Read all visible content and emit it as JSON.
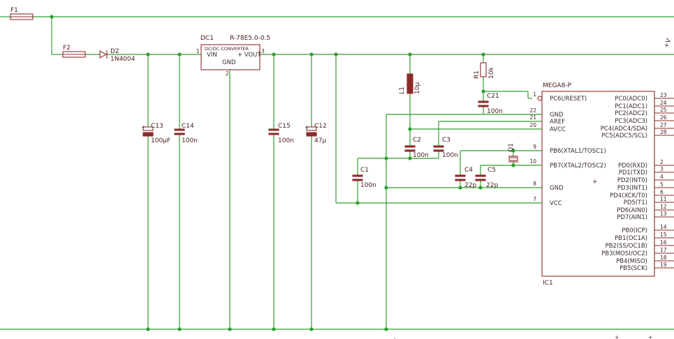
{
  "schematic": {
    "fuses": [
      "F1",
      "F2"
    ],
    "diode": {
      "name": "D2",
      "value": "1N4004"
    },
    "regulator": {
      "name": "DC1",
      "value": "R-78E5.0-0.5",
      "title": "DC/DC CONVERTER",
      "pin_vin": "VIN",
      "pin_vout": "+ VOUT",
      "pin_gnd": "GND",
      "pin1": "1",
      "pin2": "2",
      "pin3": "3"
    },
    "supply_label": "+V",
    "capacitors": [
      {
        "name": "C13",
        "value": "100µF"
      },
      {
        "name": "C14",
        "value": "100n"
      },
      {
        "name": "C15",
        "value": "100n"
      },
      {
        "name": "C12",
        "value": "47µ"
      },
      {
        "name": "C21",
        "value": "100n"
      },
      {
        "name": "C2",
        "value": "100n"
      },
      {
        "name": "C3",
        "value": "100n"
      },
      {
        "name": "C1",
        "value": "100n"
      },
      {
        "name": "C4",
        "value": "22p"
      },
      {
        "name": "C5",
        "value": "22p"
      }
    ],
    "inductor": {
      "name": "L1",
      "value": "10µ"
    },
    "resistor": {
      "name": "R1",
      "value": "10k"
    },
    "crystal": {
      "name": "Q1"
    },
    "ic": {
      "name": "IC1",
      "value": "MEGA8-P",
      "left_pins": [
        {
          "num": "1",
          "label": "PC6(/RESET)"
        },
        {
          "num": "22",
          "label": "GND"
        },
        {
          "num": "21",
          "label": "AREF"
        },
        {
          "num": "20",
          "label": "AVCC"
        },
        {
          "num": "9",
          "label": "PB6(XTAL1/TOSC1)"
        },
        {
          "num": "10",
          "label": "PB7(XTAL2/TOSC2)"
        },
        {
          "num": "8",
          "label": "GND"
        },
        {
          "num": "7",
          "label": "VCC"
        }
      ],
      "right_pins": [
        {
          "num": "23",
          "label": "PC0(ADC0)"
        },
        {
          "num": "24",
          "label": "PC1(ADC1)"
        },
        {
          "num": "25",
          "label": "PC2(ADC2)"
        },
        {
          "num": "26",
          "label": "PC3(ADC3)"
        },
        {
          "num": "27",
          "label": "PC4(ADC4/SDA)"
        },
        {
          "num": "28",
          "label": "PC5(ADC5/SCL)"
        },
        {
          "num": "2",
          "label": "PD0(RXD)"
        },
        {
          "num": "3",
          "label": "PD1(TXD)"
        },
        {
          "num": "4",
          "label": "PD2(INT0)"
        },
        {
          "num": "5",
          "label": "PD3(INT1)"
        },
        {
          "num": "6",
          "label": "PD4(XCK/T0)"
        },
        {
          "num": "11",
          "label": "PD5(T1)"
        },
        {
          "num": "12",
          "label": "PD6(AIN0)"
        },
        {
          "num": "13",
          "label": "PD7(AIN1)"
        },
        {
          "num": "14",
          "label": "PB0(ICP)"
        },
        {
          "num": "15",
          "label": "PB1(OC1A)"
        },
        {
          "num": "16",
          "label": "PB2(SS/OC1B)"
        },
        {
          "num": "17",
          "label": "PB3(MOSI/OC2)"
        },
        {
          "num": "18",
          "label": "PB4(MISO)"
        },
        {
          "num": "19",
          "label": "PB5(SCK)"
        }
      ]
    }
  }
}
